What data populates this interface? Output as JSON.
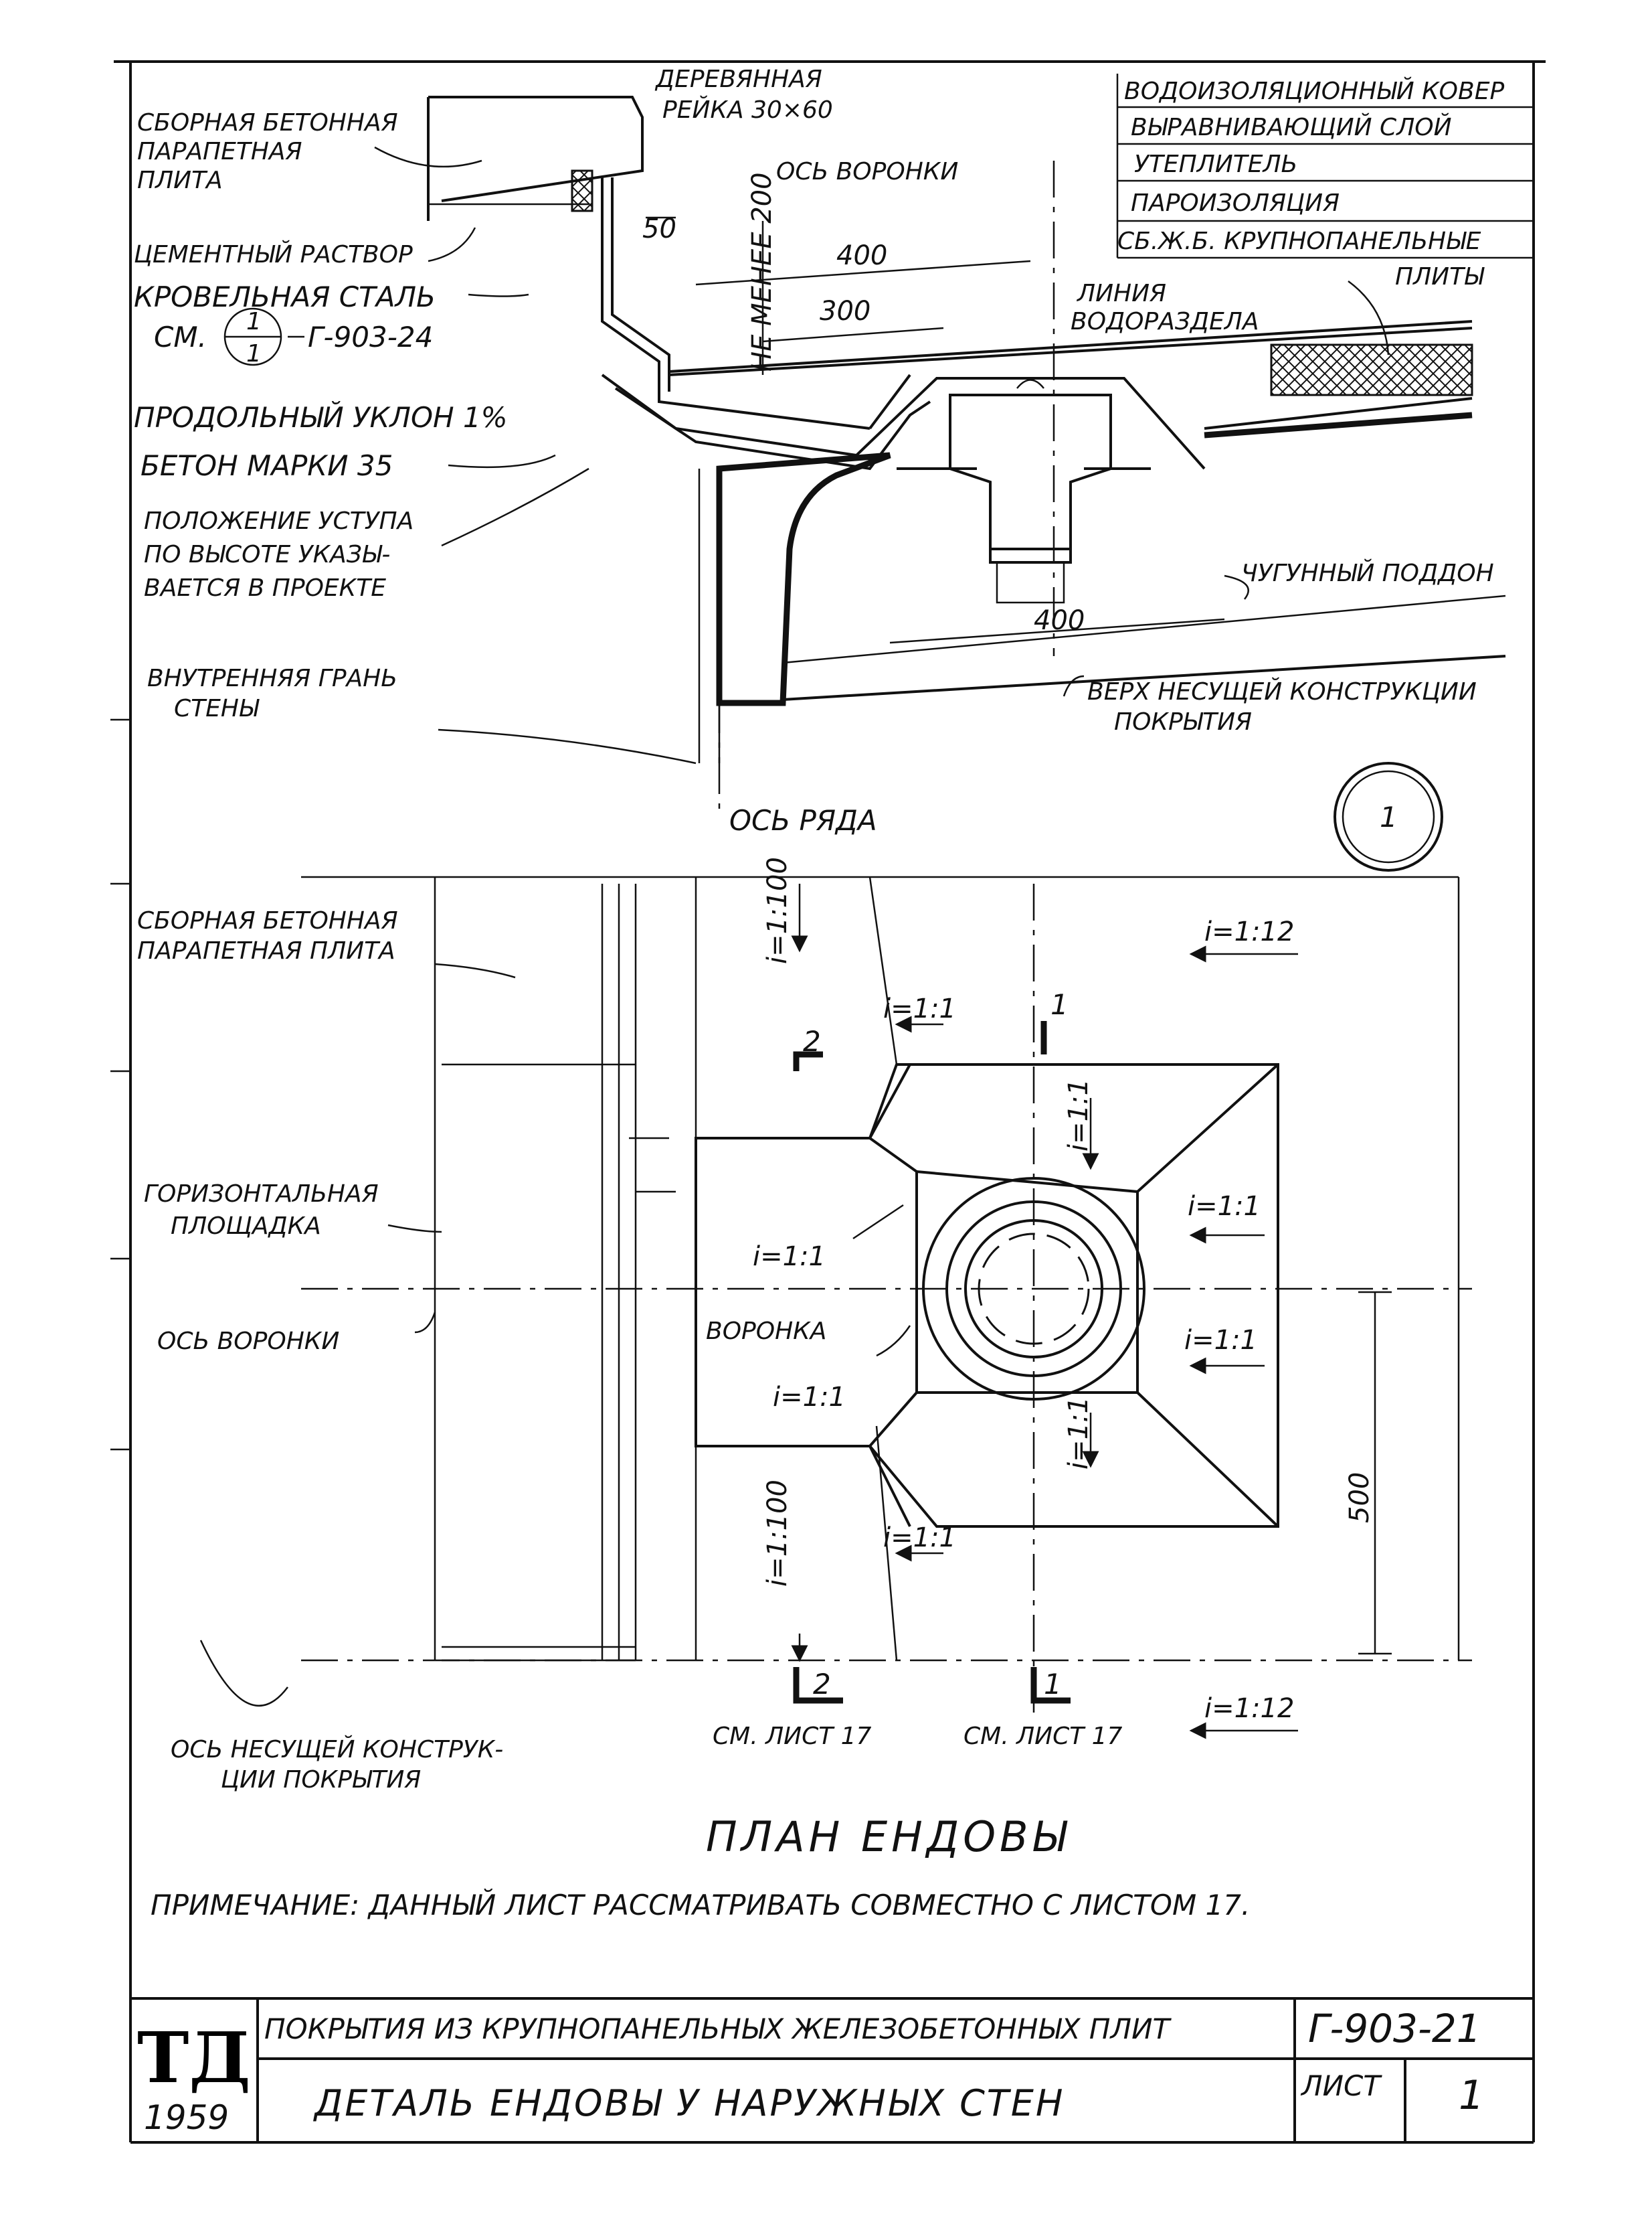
{
  "section_labels": {
    "parapet_slab": [
      "СБОРНАЯ БЕТОННАЯ",
      "ПАРАПЕТНАЯ",
      "ПЛИТА"
    ],
    "wooden_strip": [
      "ДЕРЕВЯННАЯ",
      "РЕЙКА 30×60"
    ],
    "funnel_axis": "ОСЬ ВОРОНКИ",
    "cement_mortar": "ЦЕМЕНТНЫЙ РАСТВОР",
    "roofing_steel": "КРОВЕЛЬНАЯ СТАЛЬ",
    "see": "СМ.",
    "ref_sheet": "Г-903-24",
    "longitudinal_slope": "ПРОДОЛЬНЫЙ УКЛОН 1%",
    "concrete": "БЕТОН МАРКИ 35",
    "ledge_position": [
      "ПОЛОЖЕНИЕ УСТУПА",
      "ПО ВЫСОТЕ УКАЗЫ-",
      "ВАЕТСЯ В ПРОЕКТЕ"
    ],
    "inner_wall_face": [
      "ВНУТРЕННЯЯ ГРАНЬ",
      "СТЕНЫ"
    ],
    "row_axis": "ОСЬ РЯДА",
    "watershed_line": [
      "ЛИНИЯ",
      "ВОДОРАЗДЕЛА"
    ],
    "cast_iron_tray": "ЧУГУННЫЙ ПОДДОН",
    "top_of_structure": [
      "ВЕРХ НЕСУЩЕЙ КОНСТРУКЦИИ",
      "ПОКРЫТИЯ"
    ]
  },
  "layers_legend": [
    "ВОДОИЗОЛЯЦИОННЫЙ КОВЕР",
    "ВЫРАВНИВАЮЩИЙ СЛОЙ",
    "УТЕПЛИТЕЛЬ",
    "ПАРОИЗОЛЯЦИЯ",
    "СБ.Ж.Б. КРУПНОПАНЕЛЬНЫЕ",
    "ПЛИТЫ"
  ],
  "dimensions": {
    "gap_50": "50",
    "min_200": "НЕ МЕНЕЕ 200",
    "d400_top": "400",
    "d300": "300",
    "d400_bottom": "400",
    "d500": "500"
  },
  "detail_callout": "1",
  "callout_sub": "1",
  "plan_labels": {
    "parapet_slab": [
      "СБОРНАЯ БЕТОННАЯ",
      "ПАРАПЕТНАЯ ПЛИТА"
    ],
    "horizontal_platform": [
      "ГОРИЗОНТАЛЬНАЯ",
      "ПЛОЩАДКА"
    ],
    "funnel_axis": "ОСЬ ВОРОНКИ",
    "funnel": "ВОРОНКА",
    "structure_axis": [
      "ОСЬ НЕСУЩЕЙ КОНСТРУК-",
      "ЦИИ ПОКРЫТИЯ"
    ],
    "see_sheet_17_a": "СМ. ЛИСТ 17",
    "see_sheet_17_b": "СМ. ЛИСТ 17",
    "cut_2": "2",
    "cut_1": "1"
  },
  "slopes": {
    "i_1_100": "i=1:100",
    "i_1_12": "i=1:12",
    "i_1_1": "i=1:1"
  },
  "plan_title": "ПЛАН ЕНДОВЫ",
  "note": "ПРИМЕЧАНИЕ: ДАННЫЙ ЛИСТ РАССМАТРИВАТЬ СОВМЕСТНО С ЛИСТОМ 17.",
  "title_block": {
    "stamp": "ТД",
    "year": "1959",
    "series_title": "ПОКРЫТИЯ ИЗ КРУПНОПАНЕЛЬНЫХ ЖЕЛЕЗОБЕТОННЫХ ПЛИТ",
    "drawing_title": "ДЕТАЛЬ ЕНДОВЫ У НАРУЖНЫХ СТЕН",
    "code": "Г-903-21",
    "sheet_label": "ЛИСТ",
    "sheet_number": "1"
  }
}
